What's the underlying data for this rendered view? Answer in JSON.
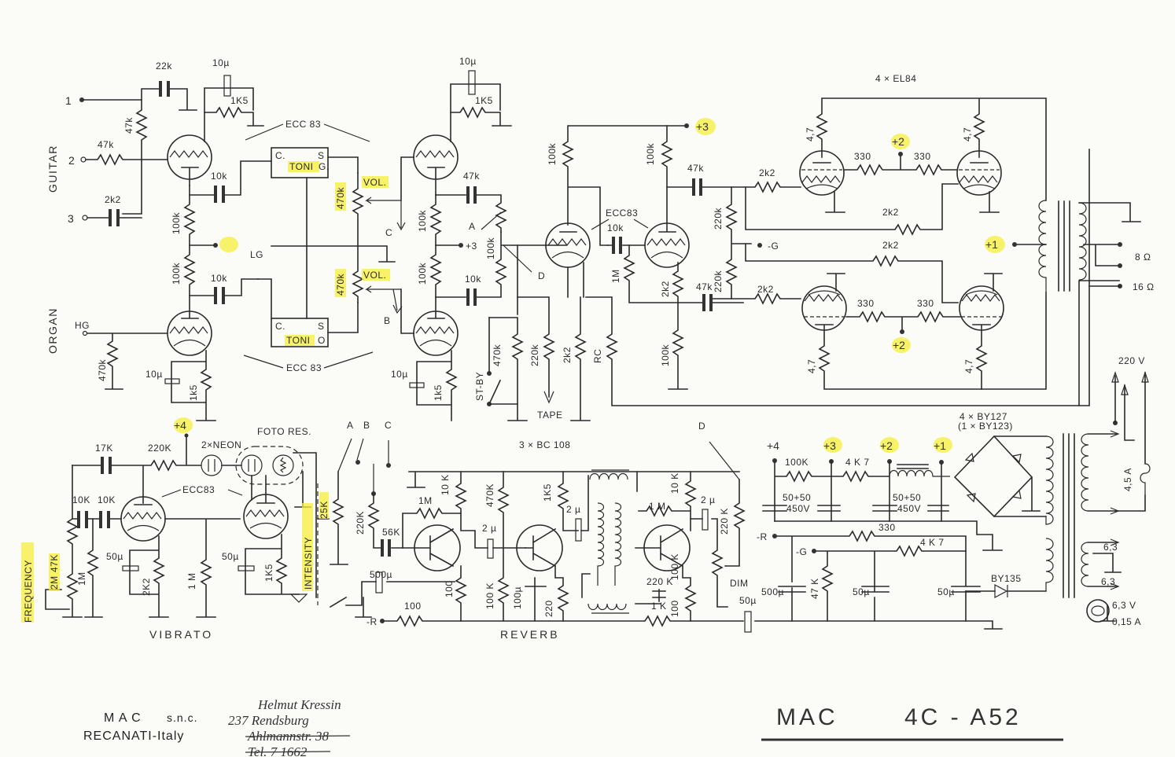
{
  "document": {
    "title": "MAC 4C - A52",
    "title_model": "4C - A52",
    "title_brand": "MAC",
    "manufacturer": {
      "name": "M A C",
      "suffix": "s.n.c.",
      "location": "RECANATI-Italy"
    },
    "handwritten": {
      "line1": "Helmut Kressin",
      "line2": "237 Rendsburg",
      "line3_struck": "Ahlmannstr. 38",
      "line4_struck": "Tel. 7 1662"
    },
    "colors": {
      "highlight": "#f6ef3a",
      "ink": "#2a2a2a",
      "paper": "#fbfbf8"
    }
  },
  "inputs": {
    "guitar_label": "GUITAR",
    "organ_label": "ORGAN",
    "jack1": "1",
    "jack2": "2",
    "jack3": "3",
    "organ_jack": "HG"
  },
  "preamp": {
    "c22k": "22k",
    "c10u_a": "10µ",
    "r1k5_a": "1K5",
    "r47k_a": "47k",
    "r47k_b": "47k",
    "c2k2": "2k2",
    "tube_label_top": "ECC 83",
    "tube_label_bottom": "ECC 83",
    "c10k_a": "10k",
    "r100k_a": "100k",
    "r100k_b": "100k",
    "c10k_b": "10k",
    "r470k_organ": "470k",
    "c10u_b": "10µ",
    "r1k5_b": "1k5",
    "tone_top": {
      "c": "C.",
      "s": "S",
      "name": "TONI",
      "g": "G."
    },
    "tone_bottom": {
      "c": "C.",
      "s": "S",
      "name": "TONI",
      "o": "O"
    },
    "lg": "LG",
    "pot_top": {
      "value": "470k",
      "label": "VOL."
    },
    "pot_bottom": {
      "value": "470k",
      "label": "VOL."
    },
    "node_c": "C",
    "node_b": "B"
  },
  "mixer": {
    "c10u": "10µ",
    "r1k5": "1K5",
    "c47k": "47k",
    "r100k_a": "100k",
    "r100k_b": "100k",
    "r100k_c": "100k",
    "node_a": "A",
    "node_plus3": "+3",
    "c10k": "10k",
    "c10u_b": "10µ",
    "r1k5_b": "1k5",
    "node_d": "D",
    "standby": "ST-BY",
    "r470k": "470k",
    "r220k": "220k",
    "r2k2": "2k2",
    "rc": "RC",
    "tape": "TAPE"
  },
  "phase_inverter": {
    "r100k_a": "100k",
    "r100k_b": "100k",
    "tube_label": "ECC83",
    "c10k": "10k",
    "r1m": "1M",
    "r2k2": "2k2",
    "r100k_c": "100k",
    "c47k_a": "47k",
    "c47k_b": "47k",
    "r220k_a": "220k",
    "r220k_b": "220k",
    "neg_g": "-G"
  },
  "power_amp": {
    "tubes_label": "4 × EL84",
    "r4_7": "4,7",
    "r330": "330",
    "r2k2": "2k2",
    "plus2": "+2",
    "plus1": "+1",
    "plus3": "+3",
    "out_8": "8 Ω",
    "out_16": "16 Ω"
  },
  "vibrato": {
    "section_label": "VIBRATO",
    "plus4": "+4",
    "c17k": "17K",
    "r220k": "220K",
    "neon": "2×NEON",
    "foto": "FOTO RES.",
    "tube_label": "ECC83",
    "c10k_a": "10K",
    "c10k_b": "10K",
    "frequency": "FREQUENCY",
    "r2m": "2M",
    "r47k": "47K",
    "r1m_a": "1M",
    "c50u_a": "50µ",
    "r2k2": "2K2",
    "r1m_b": "1 M",
    "c50u_b": "50µ",
    "r1k5": "1K5",
    "intensity": "INTENSITY",
    "pot25k": "25K"
  },
  "reverb": {
    "section_label": "REVERB",
    "transistors": "3 × BC 108",
    "switch_a": "A",
    "switch_b": "B",
    "switch_c": "C",
    "switch_d": "D",
    "r220k_a": "220K",
    "c56k": "56K",
    "r1m_a": "1M",
    "r10k_a": "10 K",
    "r470k": "470K",
    "c2u_a": "2 µ",
    "r1k5": "1K5",
    "c2u_b": "2 µ",
    "c500u": "500µ",
    "r100_a": "100",
    "r100_b": "100",
    "r100k_a": "100 K",
    "c100u": "100µ",
    "r220": "220",
    "r1m_b": "1 M",
    "r10k_b": "10 K",
    "c2u_c": "2 µ",
    "r220k_b": "220 K",
    "c220k": "220 K",
    "r100k_b": "100 K",
    "r100_c": "100",
    "r1k": "1 K",
    "dim": "DIM",
    "neg_r": "-R"
  },
  "power_supply": {
    "plus4": "+4",
    "plus3": "+3",
    "plus2": "+2",
    "plus1": "+1",
    "r100k": "100K",
    "r4k7_a": "4 K 7",
    "cap_a": "50+50",
    "cap_a_v": "450V",
    "cap_b": "50+50",
    "cap_b_v": "450V",
    "rectifier": "4 × BY127",
    "rectifier_alt": "(1 × BY123)",
    "neg_r": "-R",
    "neg_g": "-G",
    "r330": "330",
    "r4k7_b": "4 K 7",
    "c500u": "500µ",
    "r47k": "47 K",
    "c50u_a": "50µ",
    "c50u_b": "50µ",
    "c50u_out": "50µ",
    "bias_diode": "BY135",
    "mains": "220 V",
    "fuse": "4,5 A",
    "heater_a": "6,3",
    "heater_b": "6,3",
    "lamp_v": "6,3  V",
    "lamp_a": "0,15 A"
  }
}
